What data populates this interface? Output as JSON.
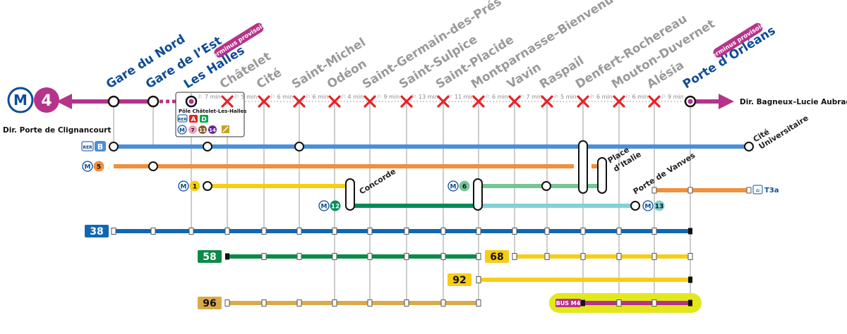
{
  "line": {
    "mode_symbol": "M",
    "number": "4",
    "color": "#b5338a"
  },
  "directions": {
    "left": "Dir. Porte de Clignancourt",
    "right": "Dir. Bagneux–Lucie Aubrac"
  },
  "stations": [
    {
      "name": "Gare du Nord",
      "status": "open"
    },
    {
      "name": "Gare de l’Est",
      "status": "open"
    },
    {
      "name": "Les Halles",
      "status": "open",
      "badge": "Terminus provisoire"
    },
    {
      "name": "Châtelet",
      "status": "closed",
      "time": "7 min"
    },
    {
      "name": "Cité",
      "status": "closed",
      "time": "5 min"
    },
    {
      "name": "Saint-Michel",
      "status": "closed",
      "time": "6 min"
    },
    {
      "name": "Odéon",
      "status": "closed",
      "time": "6 min"
    },
    {
      "name": "Saint-Germain-des-Prés",
      "status": "closed",
      "time": "4 min"
    },
    {
      "name": "Saint-Sulpice",
      "status": "closed",
      "time": "9 min"
    },
    {
      "name": "Saint-Placide",
      "status": "closed",
      "time": "13 min"
    },
    {
      "name": "Montparnasse–Bienvenüe",
      "status": "closed",
      "time": "11 min"
    },
    {
      "name": "Vavin",
      "status": "closed",
      "time": "6 min"
    },
    {
      "name": "Raspail",
      "status": "closed",
      "time": "7 min"
    },
    {
      "name": "Denfert-Rochereau",
      "status": "closed",
      "time": "5 min"
    },
    {
      "name": "Mouton-Duvernet",
      "status": "closed",
      "time": "6 min"
    },
    {
      "name": "Alésia",
      "status": "closed",
      "time": "6 min"
    },
    {
      "name": "Porte d’Orléans",
      "status": "open",
      "badge": "Terminus provisoire",
      "time": "9 min"
    }
  ],
  "pole": {
    "title": "Pôle Châtelet-Les-Halles",
    "rer_label": "RER",
    "rer_lines": [
      {
        "label": "A",
        "color": "#e2231a"
      },
      {
        "label": "D",
        "color": "#00a651"
      }
    ],
    "metro_label": "M",
    "metro_lines": [
      {
        "label": "7",
        "color": "#f59ebc"
      },
      {
        "label": "11",
        "color": "#8b5e2f"
      },
      {
        "label": "14",
        "color": "#62259d"
      }
    ]
  },
  "connections": [
    {
      "mode": "RER",
      "label": "B",
      "color": "#4b8fd6",
      "end_label": "Cité Universitaire"
    },
    {
      "mode": "M",
      "label": "5",
      "color": "#f28e3c",
      "end_label": "Place d’Italie"
    },
    {
      "mode": "M",
      "label": "1",
      "color": "#f7cd15",
      "end_label": "Concorde"
    },
    {
      "mode": "M",
      "label": "12",
      "color": "#008b5a"
    },
    {
      "mode": "M",
      "label": "6",
      "color": "#75c695"
    },
    {
      "mode": "M",
      "label": "13",
      "color": "#83d0d8",
      "end_label": "Porte de Vanves"
    },
    {
      "mode": "T",
      "label": "T3a",
      "color": "#f28e3c"
    }
  ],
  "buses": [
    {
      "number": "38",
      "color": "#1068b4",
      "text_color": "#ffffff"
    },
    {
      "number": "58",
      "color": "#0b8a4a",
      "text_color": "#ffffff"
    },
    {
      "number": "68",
      "color": "#f7cd15",
      "text_color": "#111111"
    },
    {
      "number": "92",
      "color": "#f7cd15",
      "text_color": "#111111"
    },
    {
      "number": "96",
      "color": "#d9a94b",
      "text_color": "#111111"
    },
    {
      "number": "BUS M4",
      "color": "#b5338a",
      "highlight": "#e3e81e",
      "text_color": "#ffffff"
    }
  ],
  "colors": {
    "closed_cross": "#e3242b",
    "open_station": "#0e4c96",
    "closed_station": "#9a9a9a"
  }
}
